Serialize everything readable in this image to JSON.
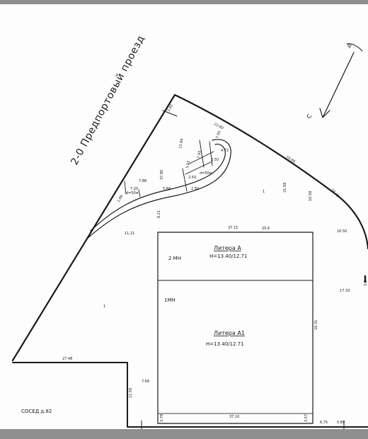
{
  "street_label": "2-0 Предпортовый проезд",
  "north_label": "С",
  "compass_label": "д",
  "neighbor_label": "СОСЕД д.82",
  "block_a": {
    "title": "Литера А",
    "height": "H=13.40/12.71",
    "zone": "2 МН"
  },
  "block_a1": {
    "title": "Литера А1",
    "height": "H=13.40/12.71",
    "zone": "1МН"
  },
  "dims": {
    "d_top": "3.65",
    "d_top2": "23.80",
    "d_top3": "7.95",
    "d_top4": "12.84",
    "d_right1": "16.89",
    "d_right2": "21.58",
    "d_right3": "10.58",
    "d_right4": "14.38",
    "d_ramp1": "4.72",
    "d_ramp2": "3.50",
    "d_ramp3": "7.95",
    "d_ramp4": "5.22",
    "d_ramp5": "2.50",
    "d_ramp6": "2.50",
    "ramp_note1": "d=50м",
    "ramp_note2": "d=50м",
    "d_left1": "7.88",
    "d_left2": "7.20",
    "d_left3": "1.86",
    "d_left4": "5.84",
    "d_mid1": "37.80",
    "d_mid2": "8.21",
    "d_mid3": "11.21",
    "d_mid4": "25.6",
    "d_build_top": "37.15",
    "d_build_right": "16.50",
    "d_side": "16.31",
    "d_side2": "17.33",
    "d_side3": "3.8",
    "d_bottom_left": "27.48",
    "d_low1": "7.66",
    "d_low2": "11.50",
    "d_base": "37.10",
    "d_base_l": "3.78",
    "d_base_r": "3.57",
    "d_br1": "6.75",
    "d_br2": "5.89",
    "mark_1": "1",
    "mark_2": "1"
  }
}
